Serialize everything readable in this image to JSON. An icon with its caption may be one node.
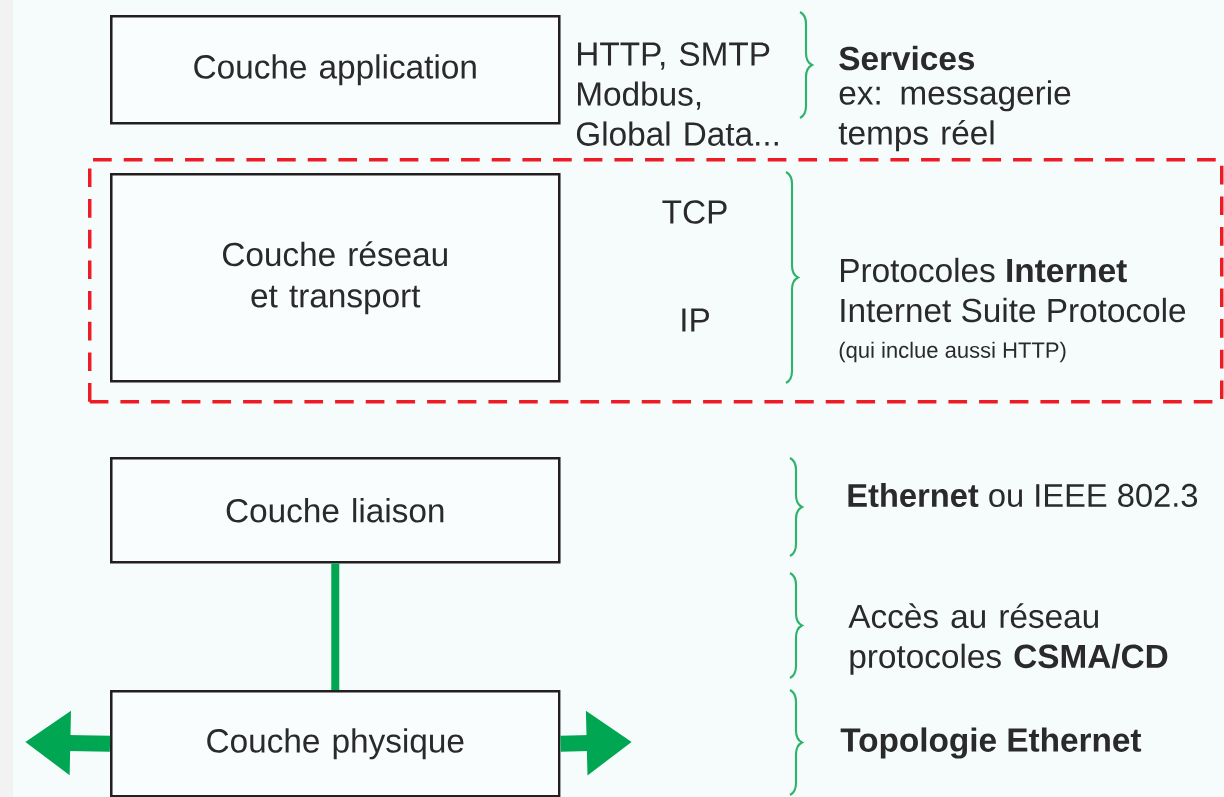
{
  "diagram": {
    "nodes": [
      {
        "text": [
          "Couche application"
        ]
      },
      {
        "text": [],
        "shape": "box"
      },
      {
        "text": [
          "Couche réseau et transport"
        ],
        "in": 1
      },
      {
        "text": [
          "Couche liaison"
        ]
      },
      {
        "text": [
          "Couche physique"
        ]
      }
    ],
    "edges": [
      {
        "from": 3,
        "to": 4,
        "arrow": "none",
        "color": "#00a651"
      },
      {
        "from": 4,
        "to": null,
        "arrow": "to",
        "color": "#00a651"
      },
      {
        "from": 4,
        "to": null,
        "arrow": "to",
        "color": "#00a651"
      }
    ],
    "labels": [
      "HTTP, SMTP Modbus, Global Data...",
      "Services",
      "ex:  messagerie temps réel",
      "TCP",
      "IP",
      "Protocoles **Internet**",
      "Internet Suite Protocole",
      "(qui inclue aussi HTTP)",
      "**Ethernet** ou IEEE 802.3",
      "Accès au réseau protocoles **CSMA/CD**",
      "Topologie Ethernet"
    ]
  }
}
